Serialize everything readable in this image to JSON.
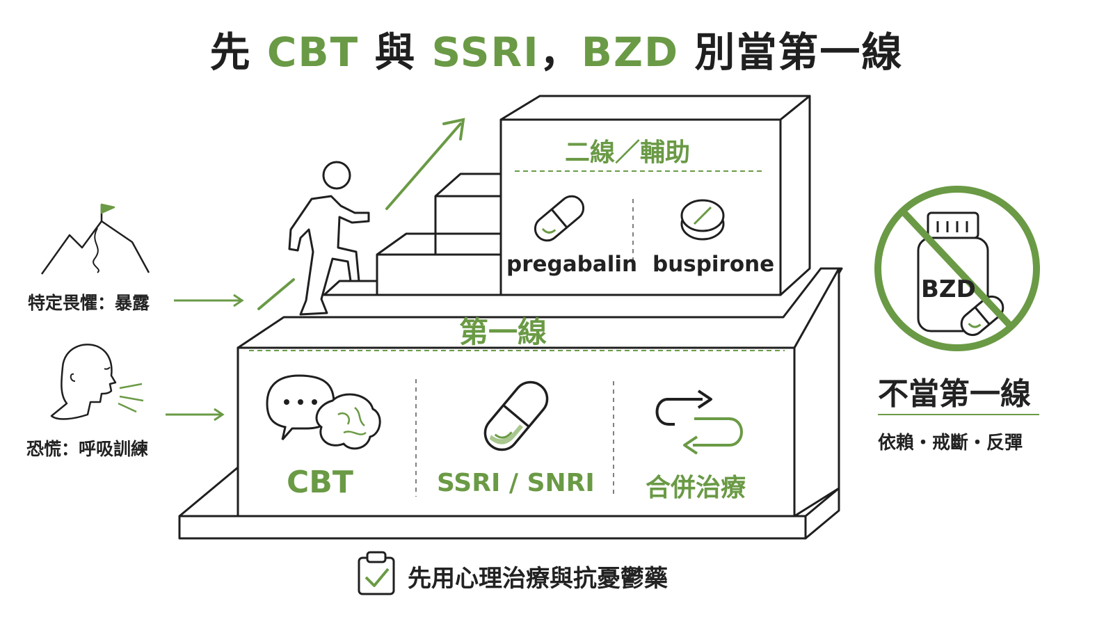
{
  "title": {
    "part1": "先 ",
    "cbt": "CBT",
    "part2": " 與 ",
    "ssri": "SSRI",
    "part3": "，",
    "bzd": "BZD",
    "part4": " 別當第一線"
  },
  "second_line": {
    "heading": "二線／輔助",
    "items": [
      "pregabalin",
      "buspirone"
    ]
  },
  "first_line": {
    "heading": "第一線",
    "items": [
      "CBT",
      "SSRI / SNRI",
      "合併治療"
    ]
  },
  "left": {
    "phobia": "特定畏懼：暴露",
    "panic": "恐慌：呼吸訓練"
  },
  "bzd_panel": {
    "bottle_label": "BZD",
    "heading": "不當第一線",
    "subtitle": "依賴・戒斷・反彈"
  },
  "footer": {
    "text": "先用心理治療與抗憂鬱藥"
  },
  "colors": {
    "accent": "#6a9a45",
    "line": "#1f1f1f"
  }
}
